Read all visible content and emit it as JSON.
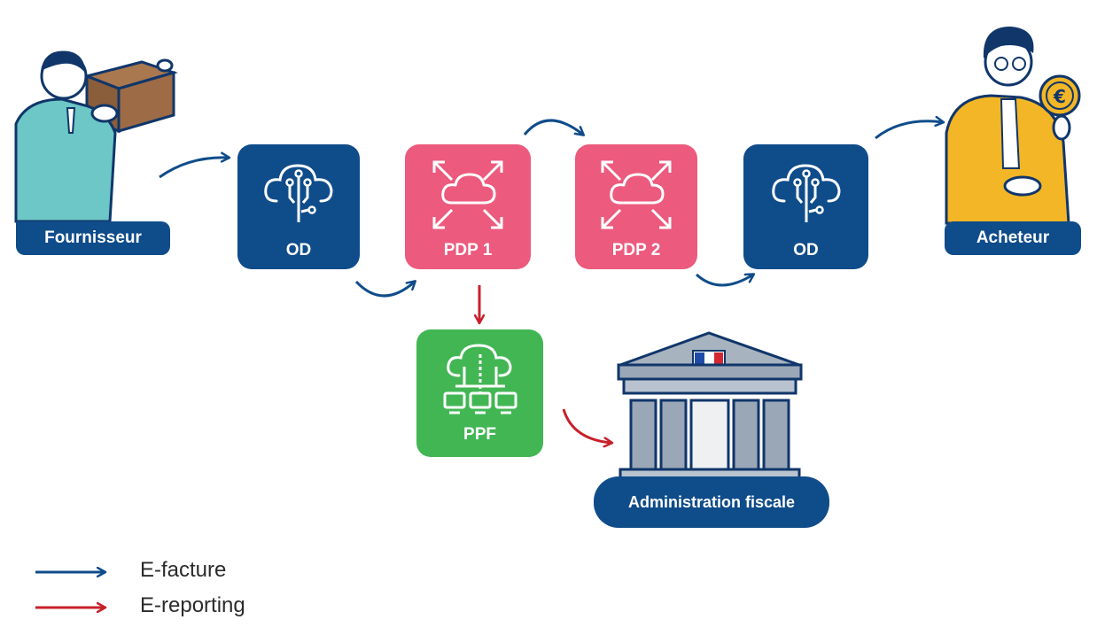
{
  "actors": {
    "supplier_label": "Fournisseur",
    "buyer_label": "Acheteur",
    "tax_admin_label": "Administration fiscale"
  },
  "nodes": {
    "od_left": "OD",
    "pdp1": "PDP 1",
    "pdp2": "PDP 2",
    "od_right": "OD",
    "ppf": "PPF"
  },
  "legend": {
    "efacture": "E-facture",
    "ereporting": "E-reporting"
  },
  "colors": {
    "navy": "#0f4c8a",
    "pink": "#ec5a7d",
    "green": "#43b654",
    "red_arrow": "#c8202b",
    "supplier_shirt": "#6cc7c6",
    "buyer_jacket": "#f2b626",
    "building": "#9aa7b6"
  },
  "icons": {
    "od": "cloud-circuit-icon",
    "pdp": "cloud-expand-arrows-icon",
    "ppf": "cloud-network-computers-icon"
  }
}
